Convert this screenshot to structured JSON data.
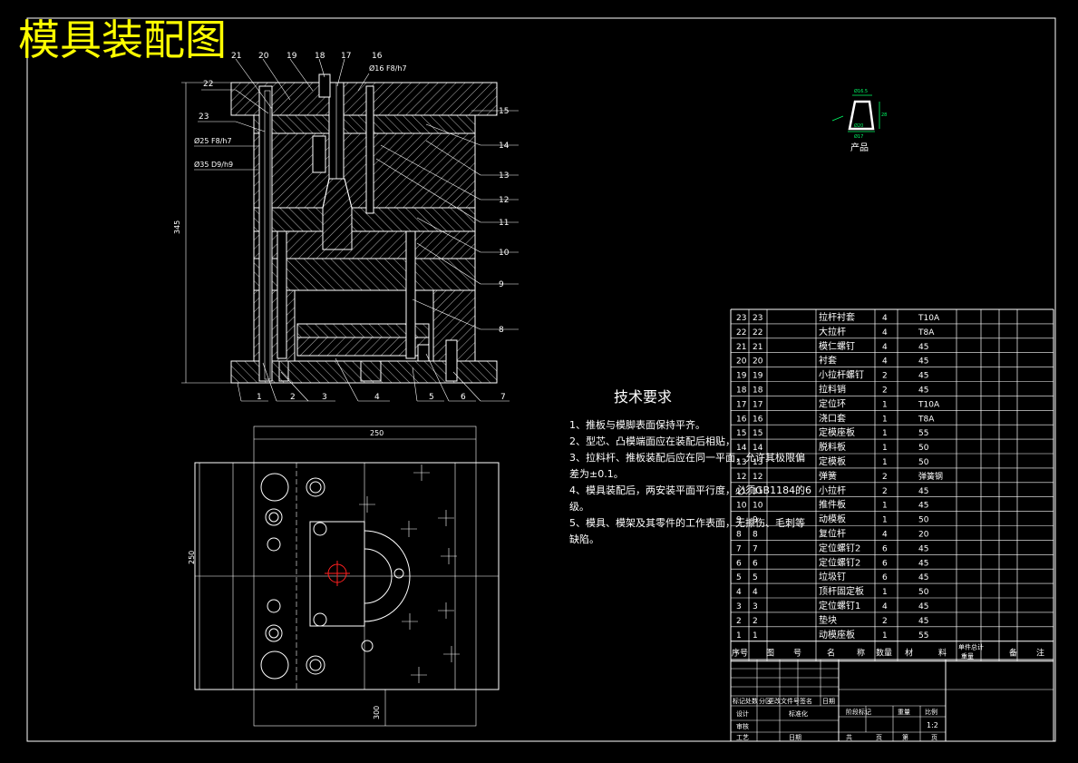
{
  "title": "模具装配图",
  "tech_requirements": {
    "heading": "技术要求",
    "lines": [
      "1、推板与模脚表面保持平齐。",
      "2、型芯、凸模端面应在装配后相贴，",
      "3、拉料杆、推板装配后应在同一平面，允许其极限偏",
      "差为±0.1。",
      "4、模具装配后，两安装平面平行度，必须GB1184的6",
      "级。",
      "5、模具、模架及其零件的工作表面，无擦伤、毛刺等",
      "缺陷。"
    ]
  },
  "product_label": "产品",
  "product_dims": {
    "top": "Ø16.5",
    "bottom": "Ø17",
    "inner": "Ø20",
    "height": "28"
  },
  "section_view": {
    "dim_height": "345",
    "fit_labels": [
      "Ø16 F8/h7",
      "Ø25 F8/h7",
      "Ø35 D9/h9"
    ],
    "callouts_top": [
      "21",
      "20",
      "19",
      "18",
      "17",
      "16"
    ],
    "callouts_right": [
      "15",
      "14",
      "13",
      "12",
      "11",
      "10",
      "9",
      "8",
      "7"
    ],
    "callouts_left": [
      "22",
      "23"
    ],
    "callouts_bottom": [
      "1",
      "2",
      "3",
      "4",
      "5",
      "6",
      "7"
    ]
  },
  "plan_view": {
    "dim_width": "250",
    "dim_height": "250",
    "dim_bottom": "300"
  },
  "parts_table": {
    "rows": [
      [
        "23",
        "23",
        "拉杆衬套",
        "4",
        "T10A",
        "",
        ""
      ],
      [
        "22",
        "22",
        "大拉杆",
        "4",
        "T8A",
        "",
        ""
      ],
      [
        "21",
        "21",
        "模仁螺钉",
        "4",
        "45",
        "",
        ""
      ],
      [
        "20",
        "20",
        "衬套",
        "4",
        "45",
        "",
        ""
      ],
      [
        "19",
        "19",
        "小拉杆螺钉",
        "2",
        "45",
        "",
        ""
      ],
      [
        "18",
        "18",
        "拉料销",
        "2",
        "45",
        "",
        ""
      ],
      [
        "17",
        "17",
        "定位环",
        "1",
        "T10A",
        "",
        ""
      ],
      [
        "16",
        "16",
        "浇口套",
        "1",
        "T8A",
        "",
        ""
      ],
      [
        "15",
        "15",
        "定模座板",
        "1",
        "55",
        "",
        ""
      ],
      [
        "14",
        "14",
        "脱料板",
        "1",
        "50",
        "",
        ""
      ],
      [
        "13",
        "13",
        "定模板",
        "1",
        "50",
        "",
        ""
      ],
      [
        "12",
        "12",
        "弹簧",
        "2",
        "弹簧钢",
        "",
        ""
      ],
      [
        "11",
        "11",
        "小拉杆",
        "2",
        "45",
        "",
        ""
      ],
      [
        "10",
        "10",
        "推件板",
        "1",
        "45",
        "",
        ""
      ],
      [
        "9",
        "9",
        "动模板",
        "1",
        "50",
        "",
        ""
      ],
      [
        "8",
        "8",
        "复位杆",
        "4",
        "20",
        "",
        ""
      ],
      [
        "7",
        "7",
        "定位螺钉2",
        "6",
        "45",
        "",
        ""
      ],
      [
        "6",
        "6",
        "定位螺钉2",
        "6",
        "45",
        "",
        ""
      ],
      [
        "5",
        "5",
        "垃圾钉",
        "6",
        "45",
        "",
        ""
      ],
      [
        "4",
        "4",
        "顶杆固定板",
        "1",
        "50",
        "",
        ""
      ],
      [
        "3",
        "3",
        "定位螺钉1",
        "4",
        "45",
        "",
        ""
      ],
      [
        "2",
        "2",
        "垫块",
        "2",
        "45",
        "",
        ""
      ],
      [
        "1",
        "1",
        "动模座板",
        "1",
        "55",
        "",
        ""
      ]
    ],
    "header": [
      "序号",
      "图",
      "号",
      "名",
      "称",
      "数量",
      "材",
      "料",
      "单件总计重量",
      "备",
      "注"
    ]
  },
  "title_block": {
    "scale": "1:2",
    "labels": [
      "标记",
      "处数",
      "分区",
      "更改文件号",
      "签名",
      "日期",
      "设计",
      "标准化",
      "阶段标记",
      "重量",
      "比例",
      "审核",
      "工艺",
      "日期",
      "共",
      "页",
      "第",
      "页"
    ]
  }
}
